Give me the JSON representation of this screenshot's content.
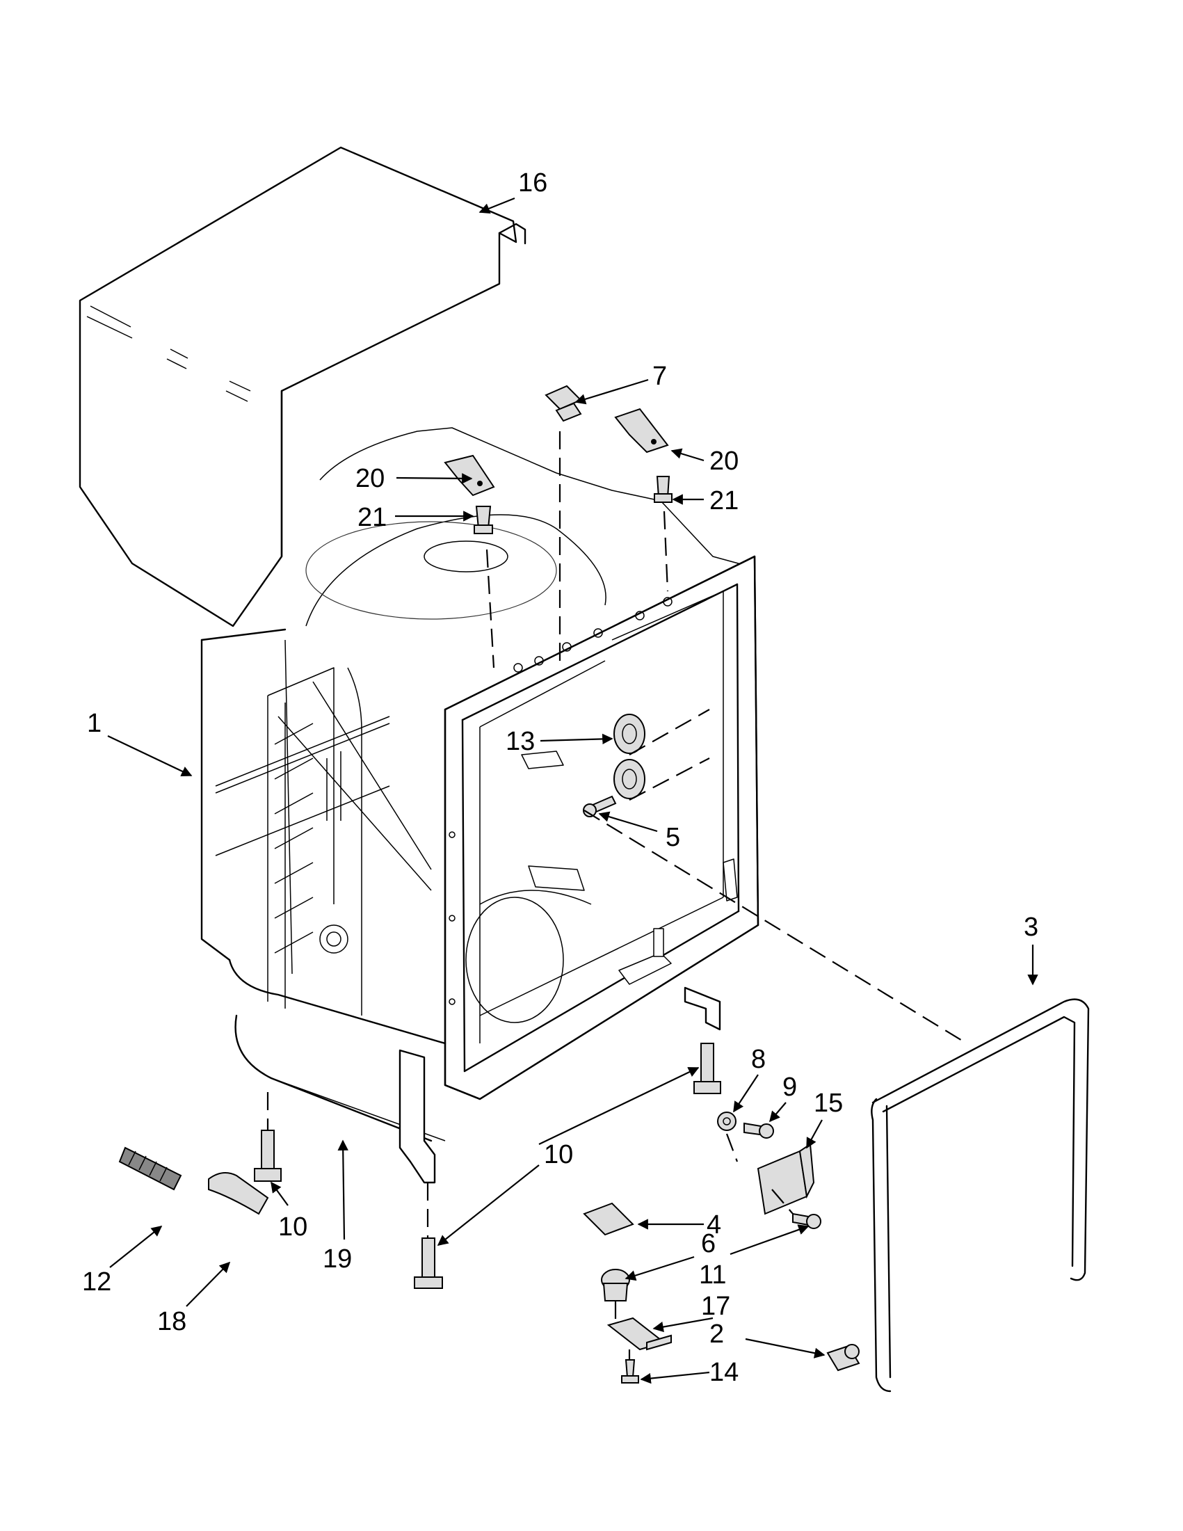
{
  "callouts": [
    {
      "id": "c16",
      "label": "16"
    },
    {
      "id": "c7",
      "label": "7"
    },
    {
      "id": "c20a",
      "label": "20"
    },
    {
      "id": "c20b",
      "label": "20"
    },
    {
      "id": "c21a",
      "label": "21"
    },
    {
      "id": "c21b",
      "label": "21"
    },
    {
      "id": "c1",
      "label": "1"
    },
    {
      "id": "c13",
      "label": "13"
    },
    {
      "id": "c5",
      "label": "5"
    },
    {
      "id": "c3",
      "label": "3"
    },
    {
      "id": "c8",
      "label": "8"
    },
    {
      "id": "c9",
      "label": "9"
    },
    {
      "id": "c15",
      "label": "15"
    },
    {
      "id": "c10a",
      "label": "10"
    },
    {
      "id": "c10b",
      "label": "10"
    },
    {
      "id": "c19",
      "label": "19"
    },
    {
      "id": "c4",
      "label": "4"
    },
    {
      "id": "c6",
      "label": "6"
    },
    {
      "id": "c11",
      "label": "11"
    },
    {
      "id": "c12",
      "label": "12"
    },
    {
      "id": "c18",
      "label": "18"
    },
    {
      "id": "c17",
      "label": "17"
    },
    {
      "id": "c2",
      "label": "2"
    },
    {
      "id": "c14",
      "label": "14"
    }
  ]
}
